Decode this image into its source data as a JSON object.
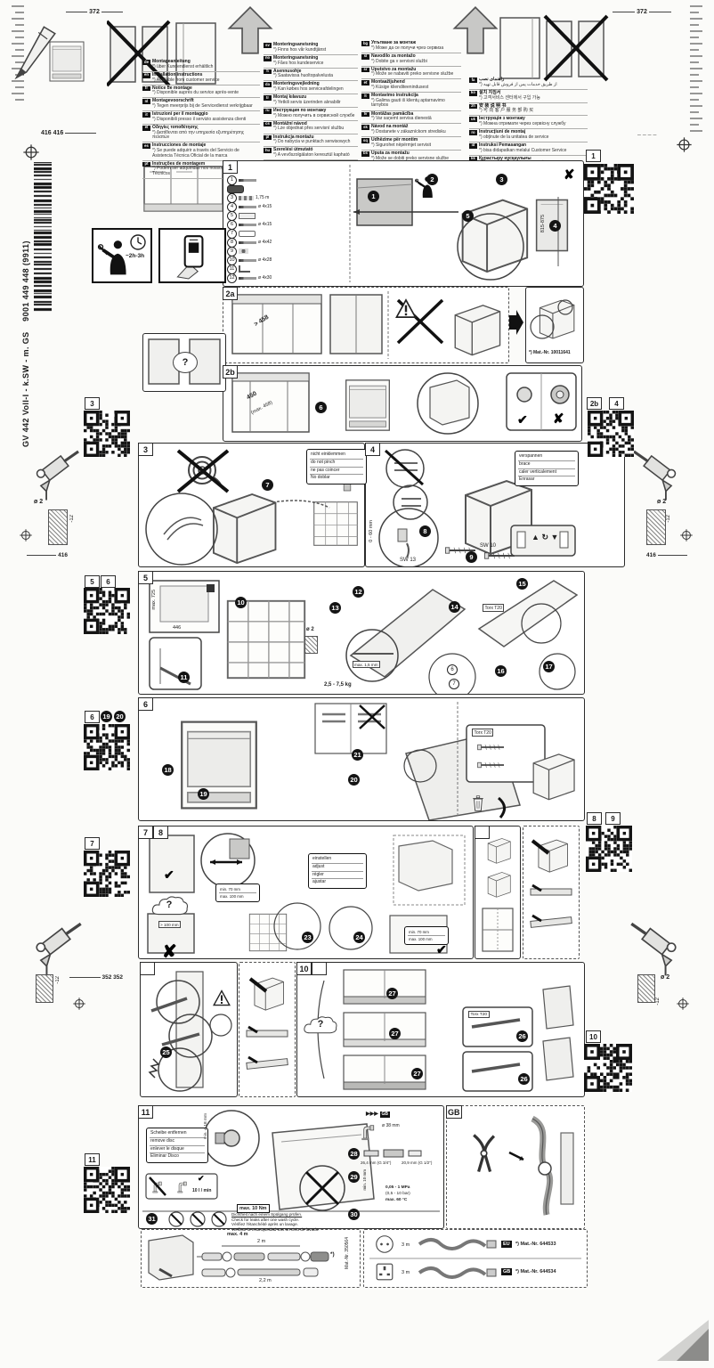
{
  "icons": {
    "check": "✔",
    "cross": "✘",
    "question": "?",
    "warning": "!",
    "gb_pointer": "▶▶▶",
    "up": "▲",
    "down": "▼",
    "rotate": "↻",
    "dash_marks": "– – – –",
    "arrow_left": "←",
    "arrow_right": "➔"
  },
  "side": {
    "product": "GV 442 Voll-I - k.SW - m. GS",
    "number": "9001 449 448  (9911)",
    "reg_dim": "416 416",
    "time_badge": "~2h-3h"
  },
  "header": {
    "dim_left": "372",
    "dim_right": "372"
  },
  "margins": {
    "drill_tl": {
      "dia": "ø 2",
      "depth": "-12",
      "dim": "416"
    },
    "drill_tr": {
      "dia": "ø 2",
      "depth": "-12",
      "dim": "416"
    },
    "drill_bl": {
      "depth": "-12",
      "dim": "352 352"
    },
    "drill_br": {
      "dia": "ø 2",
      "depth": "-12"
    }
  },
  "languages": {
    "col1": [
      {
        "code": "de",
        "title": "Montageanleitung",
        "note": "*) über Kundendienst erhältlich"
      },
      {
        "code": "en",
        "title": "Installation instructions",
        "note": "*) Available from customer service"
      },
      {
        "code": "fr",
        "title": "Notice de montage",
        "note": "*) Disponible auprès du service après-vente"
      },
      {
        "code": "nl",
        "title": "Montagevoorschrift",
        "note": "*) Tegen meerprijs bij de Servicedienst verkrijgbaar"
      },
      {
        "code": "it",
        "title": "Istruzioni per il montaggio",
        "note": "*) Disponibili presso il servizio assistenza clienti"
      },
      {
        "code": "el",
        "title": "Οδηγίες τοποθέτησης",
        "note": "*) Διατίθενται από την υπηρεσία εξυπηρέτησης πελατών"
      },
      {
        "code": "es",
        "title": "Instrucciones de montaje",
        "note": "*) Se puede adquirir a través del Servicio de Asistencia Técnica Oficial de la marca"
      },
      {
        "code": "pt",
        "title": "Instruções de montagem",
        "note": "*) Podem ser adquiridas nos nossos Serviços Técnicos"
      }
    ],
    "col2": [
      {
        "code": "sv",
        "title": "Monteringsanvisning",
        "note": "*) Finns hos vår kundtjänst"
      },
      {
        "code": "no",
        "title": "Monteringsanvisning",
        "note": "*) Fåes hos kundeservice"
      },
      {
        "code": "fi",
        "title": "Asennusohje",
        "note": "*) Saatavissa huoltopalvelusta"
      },
      {
        "code": "da",
        "title": "Monteringsvejledning",
        "note": "*) Kan købes hos serviceafdelingen"
      },
      {
        "code": "tr",
        "title": "Montaj kılavuzu",
        "note": "*) Yetkili servis üzerinden alınabilir"
      },
      {
        "code": "ru",
        "title": "Инструкция по монтажу",
        "note": "*) Можно получить в сервисной службе"
      },
      {
        "code": "cs",
        "title": "Montážní návod",
        "note": "*) Lze objednat přes servisní službu"
      },
      {
        "code": "pl",
        "title": "Instrukcja montażu",
        "note": "*) Do nabycia w punktach serwisowych"
      },
      {
        "code": "hu",
        "title": "Szerelési útmutató",
        "note": "*) A vevőszolgálaton keresztül kapható"
      },
      {
        "code": "hr",
        "title": "Uputa za montažu",
        "note": "*) može dobiti kod službe održavanja"
      }
    ],
    "col3": [
      {
        "code": "bg",
        "title": "Упътване за монтаж",
        "note": "*) Може да се получи чрез сервиза"
      },
      {
        "code": "sl",
        "title": "Navodilo za montažo",
        "note": "*) Dobite ga v servisni službi"
      },
      {
        "code": "sr",
        "title": "Uputstvo za montažu",
        "note": "*) Može se nabaviti preko servisne službe"
      },
      {
        "code": "et",
        "title": "Montaažijuhend",
        "note": "*) Küsige klienditeenindusest"
      },
      {
        "code": "lt",
        "title": "Montavimo instrukcija",
        "note": "*) Galima gauti iš klientų aptarnavimo tarnybos"
      },
      {
        "code": "lv",
        "title": "Montāžas pamācība",
        "note": "*) Var saņemt servisa dienestā"
      },
      {
        "code": "sk",
        "title": "Návod na montáž",
        "note": "*) Dostanete v zákazníckom stredisku"
      },
      {
        "code": "sq",
        "title": "Udhëzime për montim",
        "note": "*) Sigurohet nëpërmjet servisit"
      },
      {
        "code": "bs",
        "title": "Uputa za montažu",
        "note": "*) Može se dobiti preko servisne službe"
      },
      {
        "code": "ar",
        "title": "إرشادات التركيب",
        "note": "*) تتوفر لدى مركز خدمة العملاء"
      }
    ],
    "col4": [
      {
        "code": "fa",
        "title": "راهنمای نصب",
        "note": "*) از طریق خدمات پس از فروش قابل تهیه"
      },
      {
        "code": "ko",
        "title": "설치 지침서",
        "note": "*) 고객서비스 센터에서 구입 가능"
      },
      {
        "code": "zh",
        "title": "安 装 说 明 书",
        "note": "*) 可 向 客 户 服 务 部 购 买"
      },
      {
        "code": "uk",
        "title": "Інструкція з монтажу",
        "note": "*) Можна отримати через сервісну службу"
      },
      {
        "code": "ro",
        "title": "Instrucţiuni de montaj",
        "note": "*) obţinute de la unitatea de service"
      },
      {
        "code": "id",
        "title": "Instruksi Pemasangan",
        "note": "*) bisa didapatkan melalui Customer Service"
      },
      {
        "code": "kk",
        "title": "Құрастыру нұсқаулығы",
        "note": "*) Сервис орталығынан алуға болады"
      }
    ]
  },
  "qr": {
    "q1": "1",
    "q3": "3",
    "q2b": "2b",
    "q4": "4",
    "q5": "5",
    "q6": "6",
    "q6s1": "19",
    "q6s2": "20",
    "q7": "7",
    "q8": "8",
    "q9": "9",
    "q10": "10",
    "q11": "11"
  },
  "panels": {
    "p1": {
      "label": "1",
      "niche": "815-875",
      "parts": [
        {
          "n": "1",
          "label": "",
          "icon": "screws"
        },
        {
          "n": "2",
          "label": "",
          "icon": "panel"
        },
        {
          "n": "3",
          "label": "1,75 m",
          "icon": "strip"
        },
        {
          "n": "4",
          "label": "ø 4x15",
          "icon": "screws"
        },
        {
          "n": "5",
          "label": "",
          "icon": "plates"
        },
        {
          "n": "6",
          "label": "ø 4x15",
          "icon": "screws"
        },
        {
          "n": "7",
          "label": "",
          "icon": "clips"
        },
        {
          "n": "8",
          "label": "ø 4x42",
          "icon": "screws"
        },
        {
          "n": "9",
          "label": "",
          "icon": "caps"
        },
        {
          "n": "10",
          "label": "ø 4x28",
          "icon": "screws"
        },
        {
          "n": "11",
          "label": "",
          "icon": "brackets"
        },
        {
          "n": "12",
          "label": "ø 4x30",
          "icon": "screws"
        }
      ],
      "steps": [
        "1",
        "2",
        "3",
        "4",
        "5"
      ]
    },
    "p2a": {
      "label": "2a",
      "niche_width": "> 458",
      "mat_nr": "*) Mat.-Nr. 10011641"
    },
    "p2b": {
      "label": "2b",
      "width": "450",
      "width_max": "(max. 458)",
      "step": "6"
    },
    "p3": {
      "label": "3",
      "step": "7",
      "notes": [
        "nicht einklemmen",
        "do not pinch",
        "ne pas coincer",
        "No doblar"
      ]
    },
    "p4": {
      "label": "4",
      "steps": [
        "8",
        "9"
      ],
      "notes": [
        "verspannen",
        "brace",
        "caler verticalement",
        "Enrasar"
      ],
      "wrench_large": "SW 13",
      "wrench_small": "SW 10",
      "height_range": "0 - 60 mm"
    },
    "p5": {
      "label": "5",
      "steps": [
        "10",
        "11",
        "12",
        "13",
        "14",
        "15",
        "16",
        "17"
      ],
      "template_height": "max. 725",
      "template_width": "446",
      "pilot_drill": "ø 2",
      "gap": "max. 1,5 mm",
      "torx": "Torx T20",
      "door_weight": "2,5 - 7,5 kg",
      "item_refs": [
        "6",
        "7"
      ]
    },
    "p6": {
      "label": "6",
      "steps": [
        "18",
        "19",
        "20",
        "21"
      ],
      "torx": "Torx T20"
    },
    "p7": {
      "label": "7",
      "label2": "8",
      "steps": [
        "23",
        "24"
      ],
      "notes": [
        "einstellen",
        "adjust",
        "régler",
        "ajustar"
      ],
      "range_min": "min. 70 mm",
      "range_max": "max. 100 mm",
      "wrong": "> 100 mm"
    },
    "p8": {
      "label": ""
    },
    "p9": {
      "label": "",
      "step": "25"
    },
    "p10": {
      "label": "10",
      "label2": "",
      "steps": [
        "27",
        "27",
        "27",
        "26",
        "26"
      ],
      "torx": "Torx T20"
    },
    "p11": {
      "label": "11",
      "steps": [
        "28",
        "29",
        "30",
        "31"
      ],
      "notes": [
        "Scheibe entfernen",
        "remove disc",
        "enlever le disque",
        "Eliminar Disco"
      ],
      "hole": "min. ø 18 mm",
      "flow": "10 l / min",
      "torque": "max. 10 Nm",
      "pass_hole": "ø 38 mm",
      "g34": "26,4 mm (G 3/4\")",
      "g12": "20,9 mm (G 1/2\")",
      "clearance": "min. 10 mm",
      "pressure_1": "0,05 - 1 MPa",
      "pressure_2": "(0,5 - 10 bar)",
      "temp": "max. 60 °C",
      "gb_ref": "GB",
      "leak_check": [
        "Dichtheit nach einem Spülgang prüfen.",
        "Check for leaks after one wash cycle.",
        "Vérifiez l'étanchéité après un lavage.",
        "Verificar la estanqueidad tras un ciclo de lavado."
      ]
    },
    "gb": {
      "label": "GB"
    },
    "drain": {
      "max_len": "max. 4 m",
      "len_a": "2 m",
      "len_b": "2,2 m",
      "mat_nr": "Mat.-Nr. 350564",
      "note_mark": "*)"
    },
    "power": {
      "rows": [
        {
          "length": "3 m",
          "region": "EU",
          "mat_nr": "*) Mat.-Nr. 644533"
        },
        {
          "length": "3 m",
          "region": "GB",
          "mat_nr": "*) Mat.-Nr. 644534"
        }
      ]
    }
  }
}
